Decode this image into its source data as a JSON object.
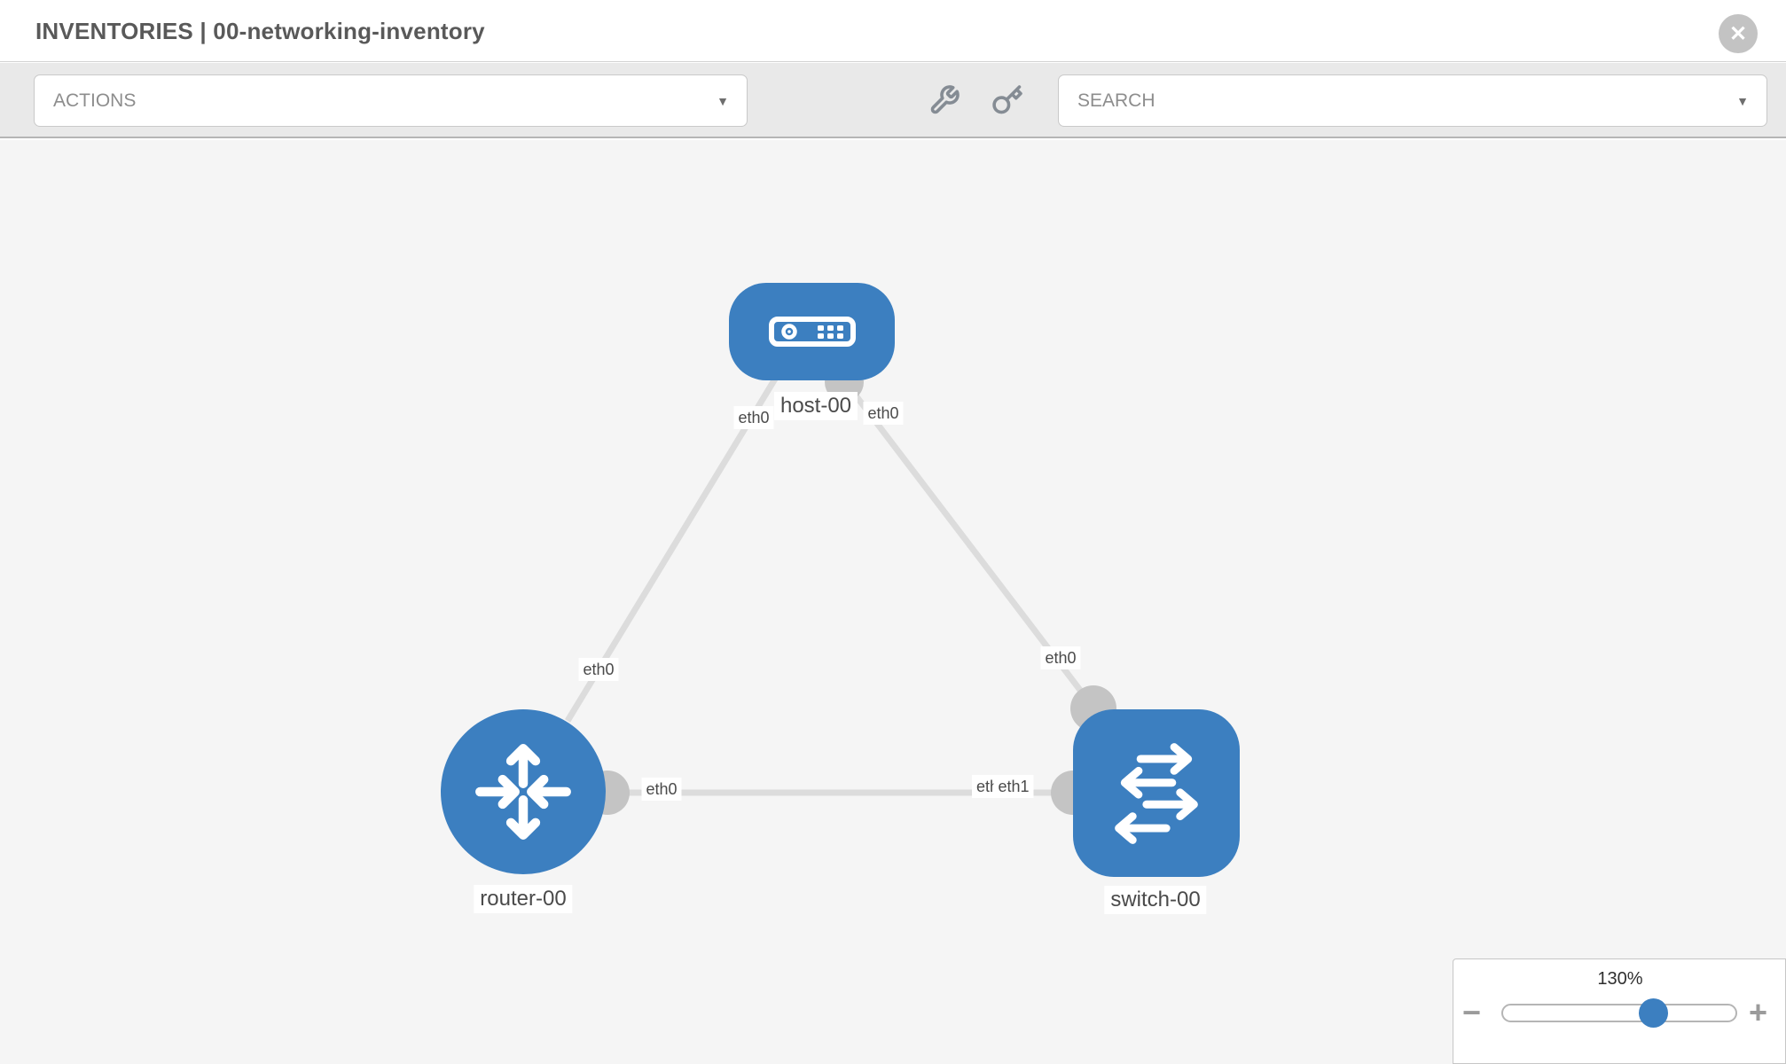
{
  "header": {
    "title": "INVENTORIES | 00-networking-inventory",
    "close_glyph": "✕"
  },
  "toolbar": {
    "actions": {
      "label": "ACTIONS",
      "caret": "▼"
    },
    "search": {
      "label": "SEARCH",
      "caret": "▼"
    },
    "icons": [
      "wrench",
      "key"
    ]
  },
  "topology": {
    "nodes": [
      {
        "id": "host-00",
        "type": "host",
        "label": "host-00"
      },
      {
        "id": "router-00",
        "type": "router",
        "label": "router-00"
      },
      {
        "id": "switch-00",
        "type": "switch",
        "label": "switch-00"
      }
    ],
    "links": [
      {
        "from": "host-00",
        "from_iface": "eth0",
        "to": "router-00",
        "to_iface": "eth0"
      },
      {
        "from": "host-00",
        "from_iface": "eth0",
        "to": "switch-00",
        "to_iface": "eth0"
      },
      {
        "from": "router-00",
        "from_iface": "eth0",
        "to": "switch-00",
        "to_iface": "eth1"
      }
    ],
    "port_labels": [
      "eth0",
      "eth0",
      "eth0",
      "eth0",
      "eth0",
      "eth0",
      "eth1"
    ]
  },
  "zoom_control": {
    "level": "130%",
    "minus_glyph": "−",
    "plus_glyph": "+"
  },
  "colors": {
    "node_blue": "#3c7fc0",
    "edge_gray": "#dcdcdc",
    "endpoint_gray": "#c4c4c4",
    "toolbar_bg": "#e9e9e9",
    "canvas_bg": "#f5f5f5"
  }
}
